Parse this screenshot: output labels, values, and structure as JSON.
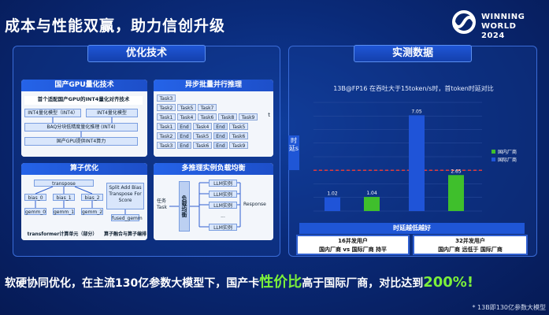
{
  "title": "成本与性能双赢，助力信创升级",
  "logo": {
    "line1": "WINNING",
    "line2": "WORLD 2024"
  },
  "left_panel": {
    "header": "优化技术",
    "quant": {
      "title": "国产GPU量化技术",
      "top": "首个适配国产GPU的INT4量化对齐技术",
      "box1": "INT4量化模型（INT4）",
      "box2": "INT4量化模型",
      "box3": "BAQ分块低精度量化推理 (INT4)",
      "box4": "国产GPU提供INT4算力"
    },
    "batch": {
      "title": "异步批量并行推理",
      "axis_t": "t",
      "rows": [
        [
          "Task3"
        ],
        [
          "Task2",
          "Task5",
          "Task7"
        ],
        [
          "Task1",
          "Task4",
          "Task6",
          "Task8",
          "Task9"
        ],
        [
          "Task1",
          "End",
          "Task4",
          "End",
          "Task5"
        ],
        [
          "Task2",
          "End",
          "Task5",
          "End",
          "Task6"
        ],
        [
          "Task3",
          "End",
          "Task6",
          "End",
          "Task9"
        ]
      ]
    },
    "operator": {
      "title": "算子优化",
      "transpose": "transpose",
      "bias": [
        "bias_0",
        "bias_1",
        "bias_2"
      ],
      "gemm": [
        "gemm_0",
        "gemm_1",
        "gemm_2"
      ],
      "fused": "Split Add Bias Transpose For Score",
      "fused_gemm": "fused_gemm",
      "caption_left": "transformer计算单元（部分）",
      "caption_right": "算子融合与算子编排"
    },
    "multi": {
      "title": "多推理实例负载均衡",
      "task_label": "任务\nTask",
      "balancer": "负载均衡",
      "llm": [
        "LLM实例",
        "LLM实例",
        "LLM实例",
        "...",
        "LLM实例"
      ],
      "response": "Response"
    }
  },
  "right_panel": {
    "header": "实测数据",
    "chart_title": "13B@FP16 在吞吐大于15token/s时，首token时延对比",
    "axis_side": "时延s",
    "footer": "时延越低越好",
    "cmp": [
      {
        "line1": "16并发用户",
        "line2": "国内厂商 vs 国际厂商 持平"
      },
      {
        "line1": "32并发用户",
        "line2": "国内厂商 远低于 国际厂商"
      }
    ]
  },
  "chart_data": {
    "type": "bar",
    "title": "13B@FP16 在吞吐大于15token/s时，首token时延对比",
    "categories": [
      "16并发用户",
      "32并发用户"
    ],
    "series": [
      {
        "name": "国内厂商",
        "values": [
          1.04,
          2.65
        ],
        "color": "#3fbf2c"
      },
      {
        "name": "国际厂商",
        "values": [
          1.02,
          7.05
        ],
        "color": "#1f54d8"
      }
    ],
    "ylabel": "时延s",
    "ylim": [
      0,
      8
    ],
    "threshold": 3,
    "legend": "right"
  },
  "bottom_text": {
    "part1": "软硬协同优化，在主流130亿参数大模型下，国产卡",
    "highlight1": "性价比",
    "part2": "高于国际厂商，对比达到",
    "highlight2": "200%!"
  },
  "footnote": "* 13B即130亿参数大模型"
}
